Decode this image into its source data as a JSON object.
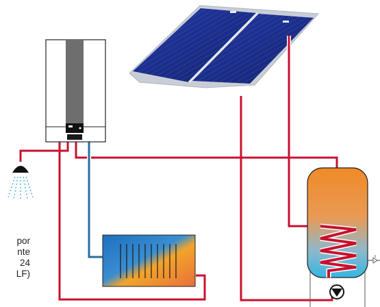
{
  "diagram": {
    "side_text_lines": [
      "por",
      "nte",
      "24",
      "LF)"
    ],
    "colors": {
      "hot_pipe": "#c8102e",
      "cold_pipe": "#2a6f9e",
      "panel_glass": "#1a2d8c",
      "panel_frame": "#c9ced6",
      "boiler_body": "#ffffff",
      "boiler_stripe": "#6e6e6e",
      "tank_top": "#f08a28",
      "tank_bottom": "#34b6e3",
      "radiator_blue": "#2b7fc4",
      "radiator_orange": "#f0a030",
      "shower_head": "#111111",
      "shower_drops": "#2aa6e0"
    },
    "icons": [
      "solar-panel",
      "wall-boiler",
      "shower-head",
      "radiator",
      "storage-tank",
      "circulation-pump",
      "tap-outlet"
    ]
  }
}
